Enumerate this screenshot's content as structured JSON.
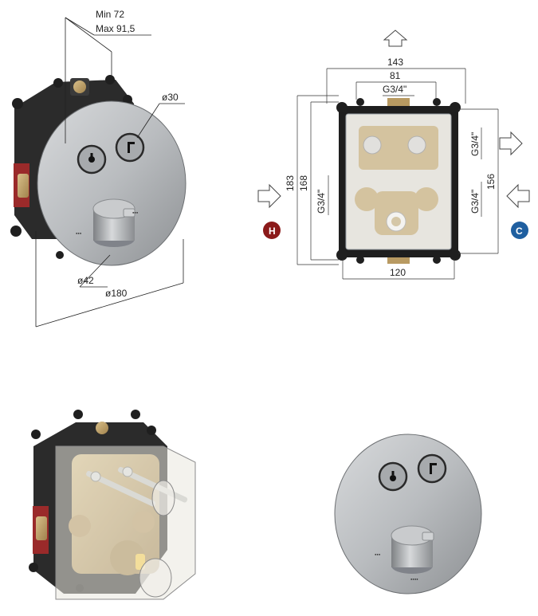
{
  "dimensions": {
    "min_depth": "Min 72",
    "max_depth": "Max 91,5",
    "button_dia": "ø30",
    "handle_dia": "ø42",
    "plate_dia": "ø180",
    "top_width": "143",
    "top_inner": "81",
    "top_thread": "G3/4\"",
    "left_height_outer": "183",
    "left_height_inner": "168",
    "left_thread": "G3/4\"",
    "right_thread_top": "G3/4\"",
    "right_thread_bottom": "G3/4\"",
    "right_height": "156",
    "bottom_width": "120"
  },
  "badges": {
    "hot": {
      "label": "H",
      "color": "#8b1a1a"
    },
    "cold": {
      "label": "C",
      "color": "#1f5fa0"
    }
  },
  "colors": {
    "housing": "#2b2b2b",
    "brass": "#b89a62",
    "chrome": "#b9bcbf",
    "gasket": "#9a2a2a"
  },
  "icons": [
    "arrow-up-icon",
    "arrow-right-icon",
    "arrow-left-icon",
    "shower-head-icon",
    "hand-shower-icon"
  ]
}
